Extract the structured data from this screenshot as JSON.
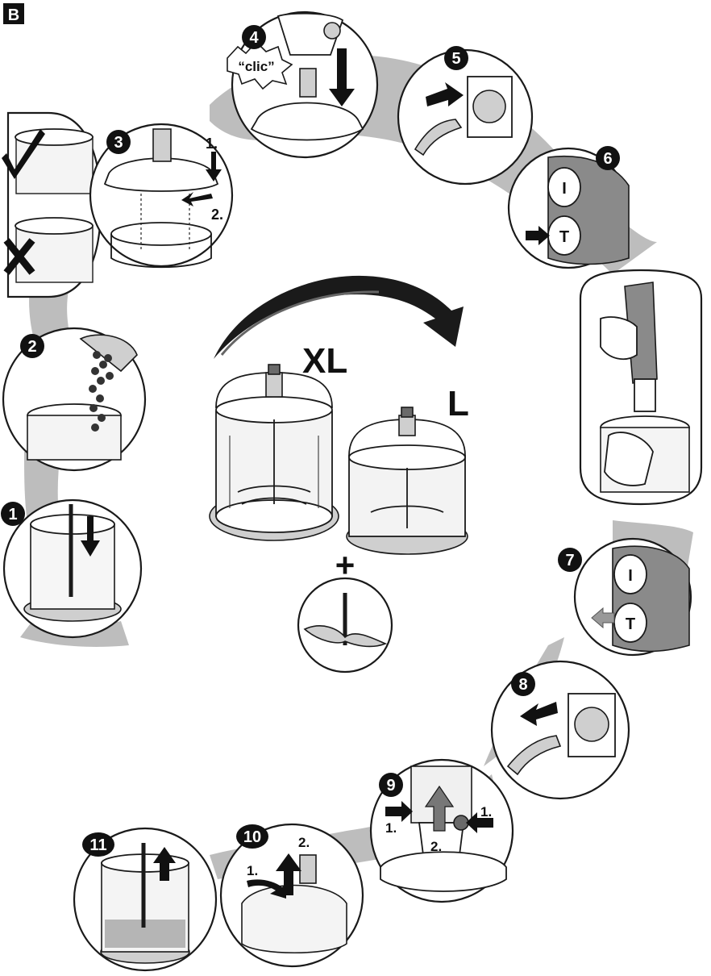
{
  "corner_label": "B",
  "steps": {
    "s1": "1",
    "s2": "2",
    "s3": "3",
    "s4": "4",
    "s5": "5",
    "s6": "6",
    "s7": "7",
    "s8": "8",
    "s9": "9",
    "s10": "10",
    "s11": "11"
  },
  "clic": "“clic”",
  "sub_labels": {
    "one": "1.",
    "two": "2."
  },
  "sizes": {
    "xl": "XL",
    "l": "L"
  },
  "plus": "+",
  "button_glyphs": {
    "on": "I",
    "turbo": "T"
  },
  "colors": {
    "ribbon": "#bdbdbd",
    "ink": "#111111",
    "badge": "#111111",
    "handle": "#8a8a8a"
  }
}
